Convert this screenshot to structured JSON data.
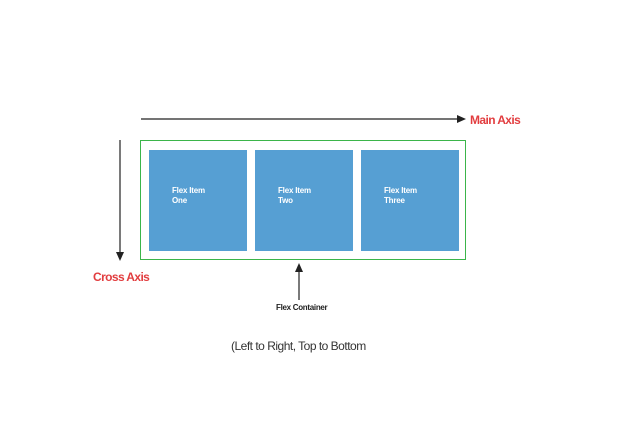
{
  "diagram": {
    "main_axis_label": "Main Axis",
    "cross_axis_label": "Cross Axis",
    "container_label": "Flex Container",
    "caption": "(Left to Right, Top to  Bottom",
    "items": [
      {
        "line1": "Flex Item",
        "line2": "One"
      },
      {
        "line1": "Flex Item",
        "line2": "Two"
      },
      {
        "line1": "Flex Item",
        "line2": "Three"
      }
    ]
  },
  "colors": {
    "item_fill": "#569fd3",
    "container_border": "#3bb54a",
    "axis_label": "#e23d3f",
    "arrow": "#222222"
  }
}
